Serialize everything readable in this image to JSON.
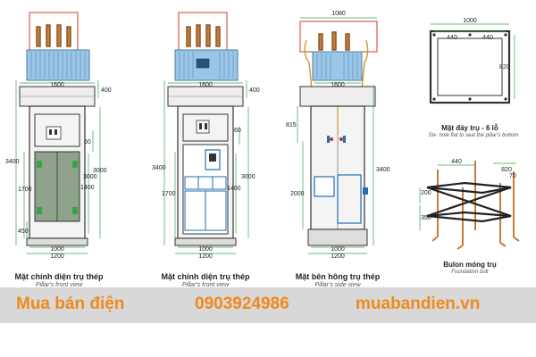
{
  "colors": {
    "dim_green": "#3aa34a",
    "dim_red": "#d23a2a",
    "brand_orange": "#f08a1c",
    "transformer_blue": "#9cc6e6",
    "frame_dark": "#333333",
    "footer_bg": "#d8d8d8"
  },
  "views": [
    {
      "caption": "Mặt chính diện trụ thép",
      "subcaption": "Pillar's front view",
      "dims": {
        "d1600": "1600",
        "d400": "400",
        "d3400": "3400",
        "d60": "60",
        "d3000": "3000",
        "d1700": "1700",
        "d1400": "1400",
        "d450": "450",
        "d1000": "1000",
        "d1200": "1200"
      }
    },
    {
      "caption": "Mặt chính diện trụ thép",
      "subcaption": "Pillar's front view",
      "dims": {
        "d1600": "1600",
        "d400": "400",
        "d3400": "3400",
        "d60": "60",
        "d3000": "3000",
        "d1700": "1700",
        "d1400": "1400",
        "d1000": "1000",
        "d1200": "1200"
      }
    },
    {
      "caption": "Mặt bên hông trụ thép",
      "subcaption": "Pillar's side view",
      "dims": {
        "d1080": "1080",
        "d1600": "1600",
        "d815": "815",
        "d3400": "3400",
        "d2000": "2000",
        "d1000": "1000",
        "d1200": "1200"
      }
    }
  ],
  "base_plan": {
    "caption": "Mặt đáy trụ -  6 lỗ",
    "subcaption": "Six- hole flat to seal the pillar's bottom",
    "dims": {
      "d1000": "1000",
      "d440a": "440",
      "d440b": "440",
      "d820": "820"
    }
  },
  "bolt": {
    "caption": "Bulon móng trụ",
    "subcaption": "Foundation bolt",
    "dims": {
      "d440": "440",
      "d820": "820",
      "d200": "200",
      "d350": "350",
      "d70": "70"
    }
  },
  "footer": {
    "brand": "Mua bán điện",
    "phone": "0903924986",
    "website": "muabandien.vn"
  }
}
